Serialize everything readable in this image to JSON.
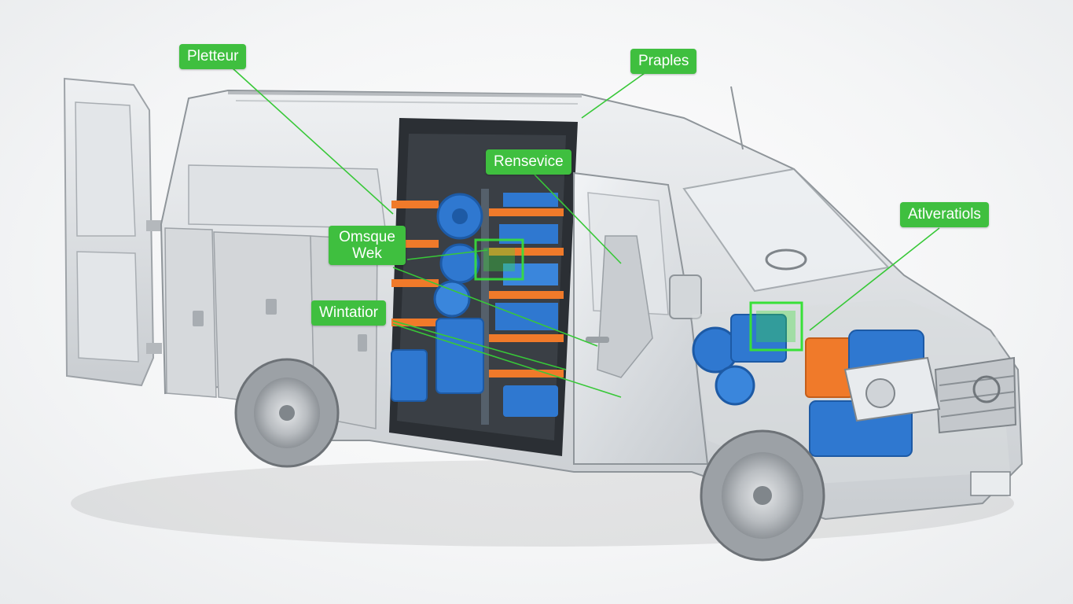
{
  "callouts": {
    "plotteur": "Pletteur",
    "praples": "Praples",
    "rensevice": "Rensevice",
    "omsque": "Omsque Wek",
    "wintatior": "Wintatior",
    "atverations": "Atlveratiols"
  },
  "colors": {
    "callout_green": "#3fbf3f",
    "body_silver": "#d9dcdf",
    "component_blue": "#2f78d0",
    "shelf_orange": "#f07a2a"
  }
}
